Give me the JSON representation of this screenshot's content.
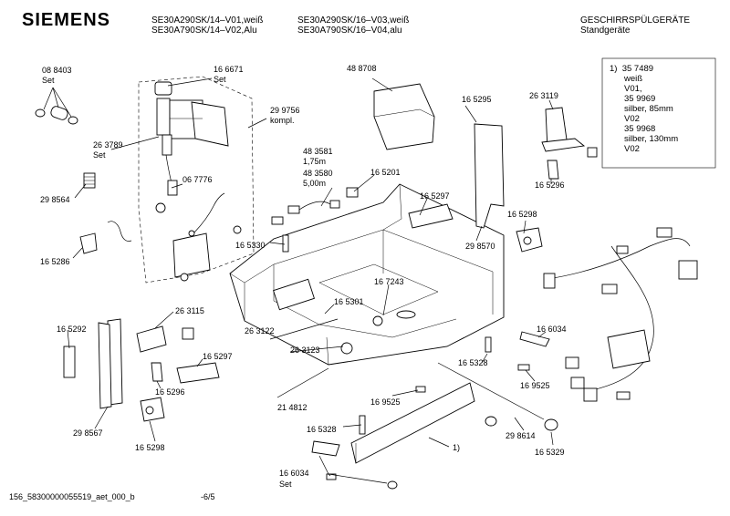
{
  "header": {
    "brand": "SIEMENS",
    "models_left": [
      "SE30A290SK/14–V01,weiß",
      "SE30A790SK/14–V02,Alu"
    ],
    "models_right": [
      "SE30A290SK/16–V03,weiß",
      "SE30A790SK/16–V04,alu"
    ],
    "category": [
      "GESCHIRRSPÜLGERÄTE",
      "Standgeräte"
    ]
  },
  "footnote": [
    "1)  35 7489",
    "weiß",
    "V01,",
    "35 9969",
    "silber, 85mm",
    "V02",
    "35 9968",
    "silber, 130mm",
    "V02"
  ],
  "labels": {
    "p088403": "08 8403",
    "p088403s": "Set",
    "p166671": "16 6671",
    "p166671s": "Set",
    "p263789": "26 3789",
    "p263789s": "Set",
    "p299756": "29 9756",
    "p299756s": "kompl.",
    "p067776": "06 7776",
    "p298564": "29 8564",
    "p165286": "16 5286",
    "p483581": "48 3581",
    "p175m": "1,75m",
    "p483580": "48 3580",
    "p500m": "5,00m",
    "p488708": "48 8708",
    "p165201": "16 5201",
    "p165295": "16 5295",
    "p263119": "26 3119",
    "p165297a": "16 5297",
    "p165296a": "16 5296",
    "p165298a": "16 5298",
    "p298570": "29 8570",
    "p165330": "16 5330",
    "p167243": "16 7243",
    "p165301": "16 5301",
    "p263122": "26 3122",
    "p263123": "26 3123",
    "p165292": "16 5292",
    "p263115": "26 3115",
    "p165297b": "16 5297",
    "p165296b": "16 5296",
    "p298567": "29 8567",
    "p165298b": "16 5298",
    "p214812": "21 4812",
    "p169525a": "16 9525",
    "p165328a": "16 5328",
    "p165328b": "16 5328",
    "p169525b": "16 9525",
    "p166034a": "16 6034",
    "p298614": "29 8614",
    "p165329": "16 5329",
    "p166034b": "16 6034",
    "p166034bs": "Set",
    "p1": "1)"
  },
  "footer": {
    "doc_id": "156_58300000055519_aet_000_b",
    "page": "-6/5"
  }
}
